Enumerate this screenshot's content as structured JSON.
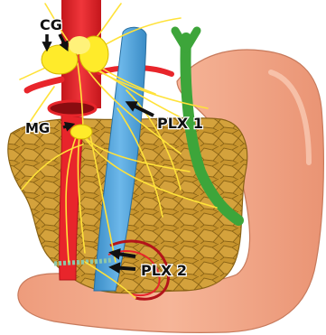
{
  "labels": {
    "celiac_ganglion": "CG",
    "mesenteric_ganglion": "MG",
    "plexus_1": "PLX 1",
    "plexus_2": "PLX 2"
  },
  "colors": {
    "stomach": "#f2a888",
    "pancreas": "#c8952e",
    "aorta": "#e8252b",
    "vena_cava": "#4a9fd8",
    "common_bile_duct": "#3da53a",
    "nerve": "#ffe23a",
    "ganglion": "#ffeb2a",
    "arrow": "#111111"
  }
}
